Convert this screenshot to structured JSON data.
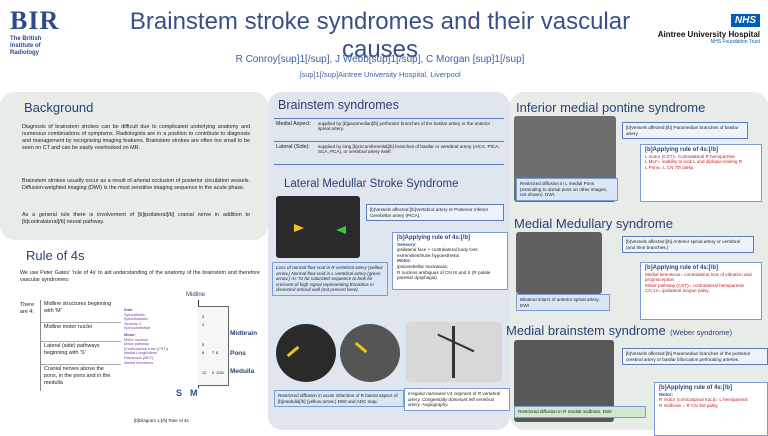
{
  "logo": {
    "mark": "BIR",
    "sub": [
      "The British",
      "Institute of",
      "Radiology"
    ]
  },
  "header": {
    "title": "Brainstem stroke syndromes and their vascular causes",
    "authors": "R Conroy[sup]1[/sup], J Webb[sup]1[/sup], C Morgan  [sup]1[/sup]",
    "affiliation": "[sup]1[/sup]Aintree University Hospital, Liverpool"
  },
  "nhs": {
    "badge": "NHS",
    "hospital": "Aintree University Hospital",
    "trust": "NHS Foundation Trust"
  },
  "background": {
    "title": "Background",
    "p1": "Diagnosis of brainstem strokes can be difficult due to complicated underlying anatomy and numerous combinations of symptoms. Radiologists are in a position to contribute to diagnosis and management by recognising imaging features. Brainstem strokes are often too small to be seen on  CT and can be easily overlooked on MR.",
    "p2": "Brainstem strokes usually occur as a result of arterial occlusion  of posterior circulation vessels. Diffusion-weighted imaging (DWI)  is the most sensitive imaging sequence in the acute phase.",
    "p3": "As a general rule there is involvement of [b]ipsilateral[/b] cranial nerve in addition to [b]contralateral[/b] neural pathway."
  },
  "rule": {
    "title": "Rule of 4s",
    "intro": "We use Peter Gates' 'rule of 4s' to aid understanding of the anatomy of the brainstem  and therefore vascular syndromes:",
    "there": "There are 4:",
    "rows": [
      "Midline structures beginning with 'M'",
      "Midline motor nuclei",
      "Lateral (side) pathways beginning with 'S'",
      "Cranial nerves above the pons, in the pons and in the medulla"
    ],
    "diagram": {
      "midline": "Midline",
      "midbrain": "Midbrain",
      "pons": "Pons",
      "medulla": "Medulla",
      "s": "S",
      "m": "M",
      "nums": [
        "3",
        "4",
        "5",
        "6",
        "7",
        "8",
        "9",
        "10",
        "11",
        "12"
      ],
      "sub_title": "Side:",
      "side": [
        "Sympathetic",
        "Spinothalamic",
        "Sensory V",
        "Spinocerebellar"
      ],
      "motor_title": "Motor:",
      "motor": [
        "Motor nucleus",
        "Motor pathway (Corticospinal tract (CST))",
        "Medial Longitudinal Fasciculus (MLF)",
        "Medial lemniscus"
      ],
      "caption": "[b]Diagram 1:[/b] Rule of 4s"
    }
  },
  "syndromes": {
    "title": "Brainstem syndromes",
    "medial_lbl": "Medial Aspect:",
    "medial_txt": "supplied by [b]paramedian[/b] perforator branches of the basilar artery or the anterior spinal artery.",
    "lateral_lbl": "Lateral (Side):",
    "lateral_txt": "supplied by long [b]circumferential[/b] branches of basilar or vertebral artery (AICA, PICA, SCA, PCA), or vertebral artery itself."
  },
  "lms": {
    "title": "Lateral Medullar Stroke Syndrome",
    "vessels": "[b]Vessels affected:[/b]Vertebral artery or Posterior Inferior Cerebellar artery (PICA).",
    "apply_title": "[b]Applying rule of 4s:[/b]",
    "sensory": "Sensory:",
    "sensory_items": [
      "ipsilateral face + contralateral body loss",
      "extremities/trunk hypoesthesia"
    ],
    "motor": "Motor:",
    "motor_items": [
      "ipsicerebellar tractataxia;",
      "R nucleus ambiguus of CN IX and X (R palate paresis/ dysphagia)"
    ],
    "caption1": "Loss of normal flow void in R vertebral artery (yellow arrow.) Normal flow void in L vertebral artery (green arrow.) As T2 fat saturated sequence to look for crescent of high signal representing thrombus in dissected arterial wall (not present here).",
    "caption2": "Restricted diffusion in acute infarction of R lateral aspect of [b]medulla[/b] (yellow arrow.) DWI and ADC map.",
    "caption3": "Irregular narrowed V4 segment of R vertebral artery. Congenitally dominant left vertebral artery. Angiography."
  },
  "imps": {
    "title": "Inferior medial pontine syndrome",
    "vessels": "[b]Vessels affected:[/b] Paramedian branches of basilar artery",
    "apply_title": "[b]Applying rule of 4s:[/b]",
    "items": [
      "L motor (CST)= Contralateral R hemiparesis",
      "L MLF= inability to look L and diplopia looking R",
      "L Pons= L CN 7th palsy."
    ],
    "caption": "Restricted diffusion in L medial Pons (extending to dorsal pons on other images, not shown). DWI."
  },
  "mms": {
    "title": "Medial Medullary syndrome",
    "vessels": "[b]Vessels affected:[/b] Anterior spinal artery or vertebral (and their branches.)",
    "apply_title": "[b]Applying rule of 4s:[/b]",
    "items": [
      "Medial lemniscus= contralateral loss of vibration and proprioception",
      "Motor pathway (CST)= contralateral hemiparesis",
      "CN 12= ipsilateral tongue palsy."
    ],
    "caption": "Bilateral infarct of anterior spinal artery. DWI"
  },
  "mbs": {
    "title": "Medial brainstem syndrome",
    "title2": "(Weber syndrome)",
    "vessels": "[b]Vessels affected:[/b] Paramedian branches of the posterior cerebral artery or basilar bifurcation perforating arteries.",
    "apply_title": "[b]Applying rule of 4s:[/b]",
    "motor": "Motor:",
    "items": [
      "R motor (corticospinal tract)= L hemiparesis",
      "R midbrain = R CN 3rd palsy."
    ],
    "caption": "Restricted diffusion in R medial midbrain. DWI"
  },
  "colors": {
    "title": "#2b3f73",
    "nhs": "#005eb8",
    "panel": "#e7ece8",
    "caption": "#d9e6f6"
  }
}
